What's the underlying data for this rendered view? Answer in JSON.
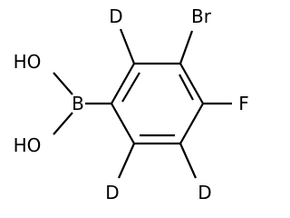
{
  "molecule": {
    "atoms": {
      "d_top": "D",
      "br": "Br",
      "f": "F",
      "d_bottom_left": "D",
      "d_bottom_right": "D",
      "b": "B",
      "oh_top": "HO",
      "oh_bottom": "HO"
    }
  }
}
